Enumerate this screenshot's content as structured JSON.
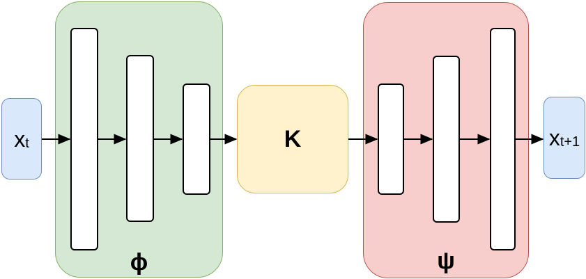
{
  "diagram": {
    "input_box": {
      "base": "x",
      "sub": "t"
    },
    "output_box": {
      "base": "x",
      "sub": "t+1"
    },
    "encoder": {
      "label": "ϕ",
      "num_layers": 3
    },
    "koopman_operator": {
      "label": "K"
    },
    "decoder": {
      "label": "ψ",
      "num_layers": 3
    }
  },
  "colors": {
    "state_fill": "#dae8fc",
    "state_stroke": "#6c8ebf",
    "encoder_fill": "#d5e8d4",
    "encoder_stroke": "#82b366",
    "koopman_fill": "#fff2cc",
    "koopman_stroke": "#d6b656",
    "decoder_fill": "#f8cecc",
    "decoder_stroke": "#b85450",
    "bar_fill": "#ffffff",
    "bar_stroke": "#000000",
    "arrow_color": "#000000"
  }
}
